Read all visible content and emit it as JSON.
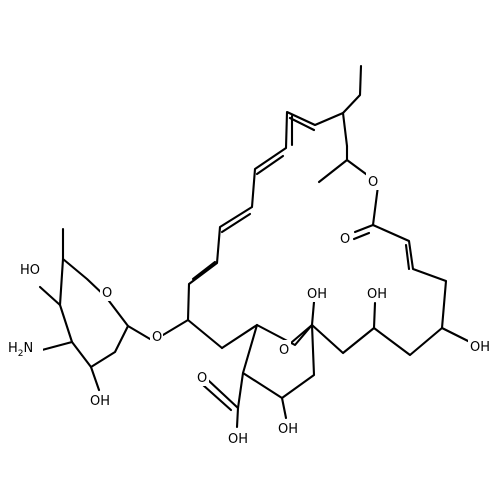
{
  "molecule": {
    "atoms": {
      "oh_sugar_top": "HO",
      "o_sugar_ring": "O",
      "nh2": "H",
      "nh2_sub": "2",
      "n": "N",
      "oh_sugar_bottom": "OH",
      "o_glycosidic": "O",
      "o_ester": "O",
      "o_carbonyl": "O",
      "oh_hemiketal": "OH",
      "o_pyran": "O",
      "oh_chain_1": "OH",
      "oh_chain_2": "OH",
      "oh_ring": "OH",
      "oh_acid": "OH",
      "o_acid": "O"
    }
  }
}
